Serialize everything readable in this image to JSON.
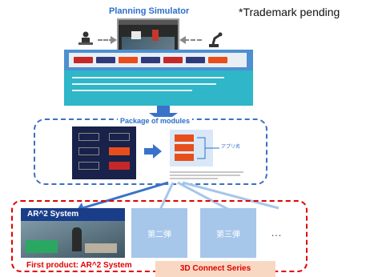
{
  "top": {
    "title": "Planning Simulator",
    "trademark": "*Trademark pending"
  },
  "package": {
    "title": "Package of modules",
    "label": "アプリ名"
  },
  "bottom": {
    "ar_system_title": "AR^2 System",
    "second": "第二弾",
    "third": "第三弾",
    "ellipsis": "…",
    "first_product": "First product: AR^2 System",
    "series": "3D Connect Series"
  },
  "colors": {
    "accent_blue": "#2b6fc9",
    "red_dash": "#e00000",
    "light_blue_card": "#a6c6ea",
    "package_dark": "#18224a",
    "module_orange": "#e84e1b"
  },
  "icons": {
    "person": "person-at-desk-icon",
    "robot": "robot-arm-icon"
  }
}
